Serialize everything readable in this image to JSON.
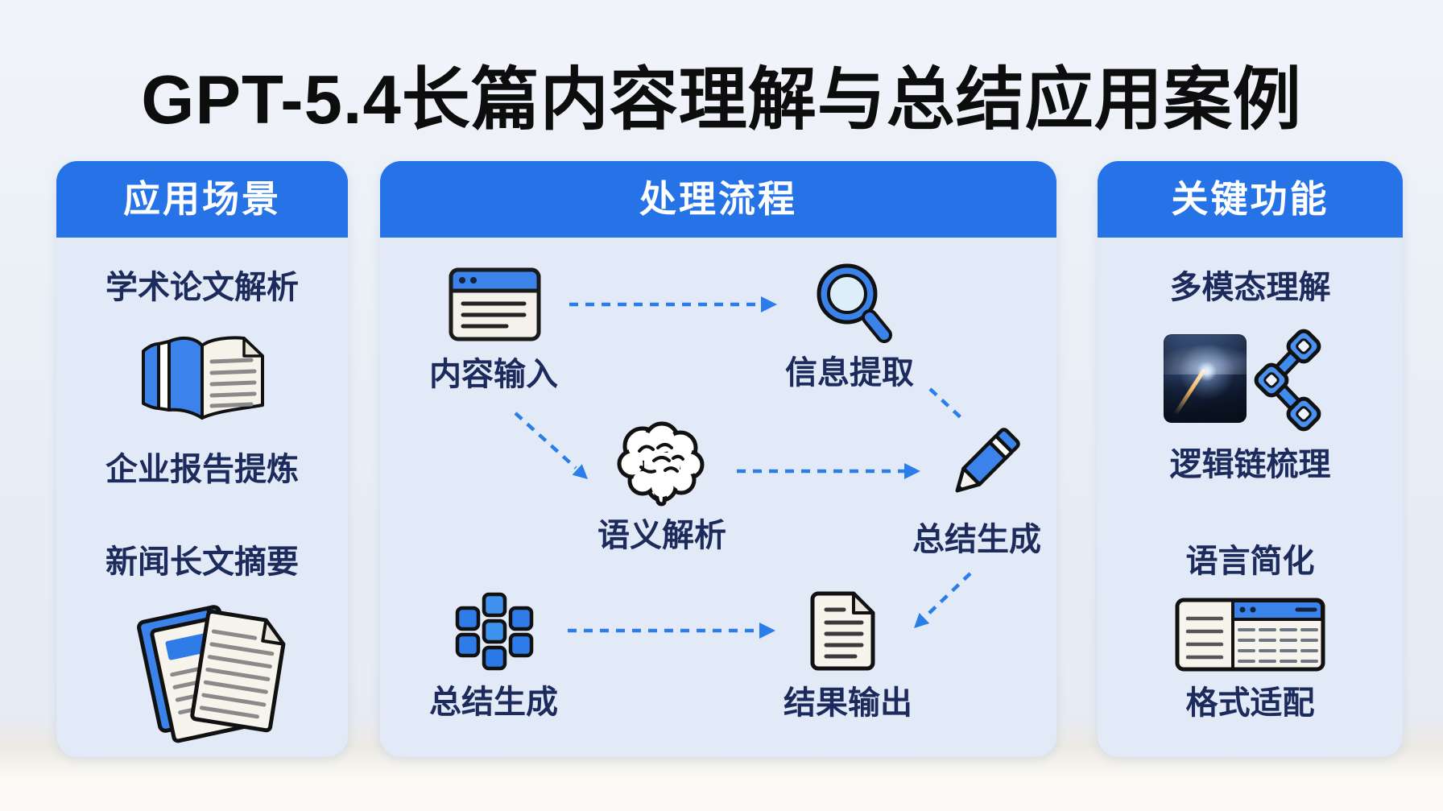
{
  "title": "GPT-5.4长篇内容理解与总结应用案例",
  "colors": {
    "header_blue": "#2673e8",
    "panel_bg": "#e2eaf8",
    "icon_blue": "#3b82ea",
    "arrow_blue": "#2b7de9",
    "label_navy": "#1d2b5c",
    "title_black": "#0d0d0d"
  },
  "panels": {
    "scenarios": {
      "header": "应用场景",
      "items": [
        "学术论文解析",
        "企业报告提炼",
        "新闻长文摘要"
      ],
      "icons": [
        "open-book-icon",
        "stacked-papers-icon"
      ]
    },
    "process": {
      "header": "处理流程",
      "nodes": [
        {
          "id": "content_input",
          "label": "内容输入",
          "icon": "browser-window-icon"
        },
        {
          "id": "info_extract",
          "label": "信息提取",
          "icon": "magnifier-icon"
        },
        {
          "id": "semantic_parse",
          "label": "语义解析",
          "icon": "brain-icon"
        },
        {
          "id": "summary_generate",
          "label": "总结生成",
          "icon": "pencil-icon"
        },
        {
          "id": "summary_generate_2",
          "label": "总结生成",
          "icon": "app-grid-icon"
        },
        {
          "id": "result_output",
          "label": "结果输出",
          "icon": "document-icon"
        }
      ],
      "edges": [
        {
          "from": "content_input",
          "to": "info_extract"
        },
        {
          "from": "content_input",
          "to": "semantic_parse"
        },
        {
          "from": "semantic_parse",
          "to": "summary_generate"
        },
        {
          "from": "info_extract",
          "to": "summary_generate"
        },
        {
          "from": "summary_generate",
          "to": "result_output"
        },
        {
          "from": "summary_generate_2",
          "to": "result_output"
        }
      ]
    },
    "features": {
      "header": "关键功能",
      "items": [
        "多模态理解",
        "逻辑链梳理",
        "语言简化",
        "格式适配"
      ],
      "icons": [
        "night-sky-photo",
        "link-share-icon",
        "table-layout-icon"
      ]
    }
  }
}
